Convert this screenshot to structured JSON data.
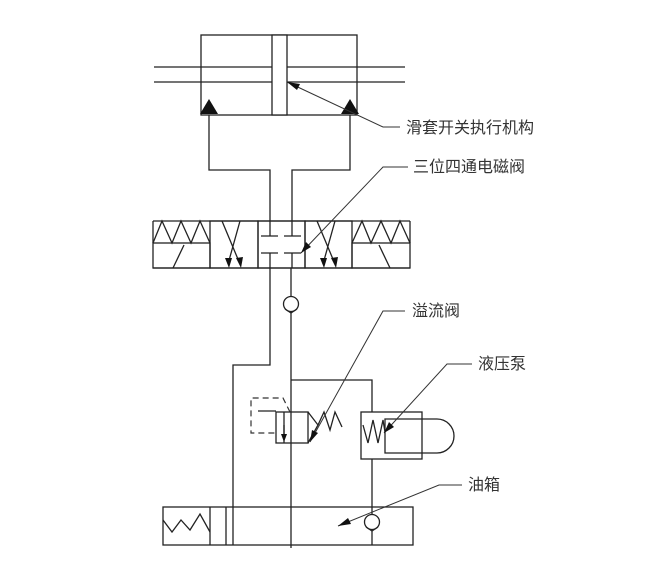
{
  "diagram": {
    "type": "hydraulic-schematic",
    "labels": {
      "actuator": "滑套开关执行机构",
      "solenoid_valve": "三位四通电磁阀",
      "relief_valve": "溢流阀",
      "pump": "液压泵",
      "tank": "油箱"
    },
    "components": [
      "sliding-sleeve-actuator-cylinder",
      "three-position-four-way-solenoid-valve",
      "check-valve-pressure-line",
      "relief-valve",
      "hydraulic-pump",
      "oil-tank",
      "check-valve-suction"
    ],
    "colors": {
      "line": "#222222",
      "text": "#333333",
      "background": "#ffffff"
    }
  }
}
